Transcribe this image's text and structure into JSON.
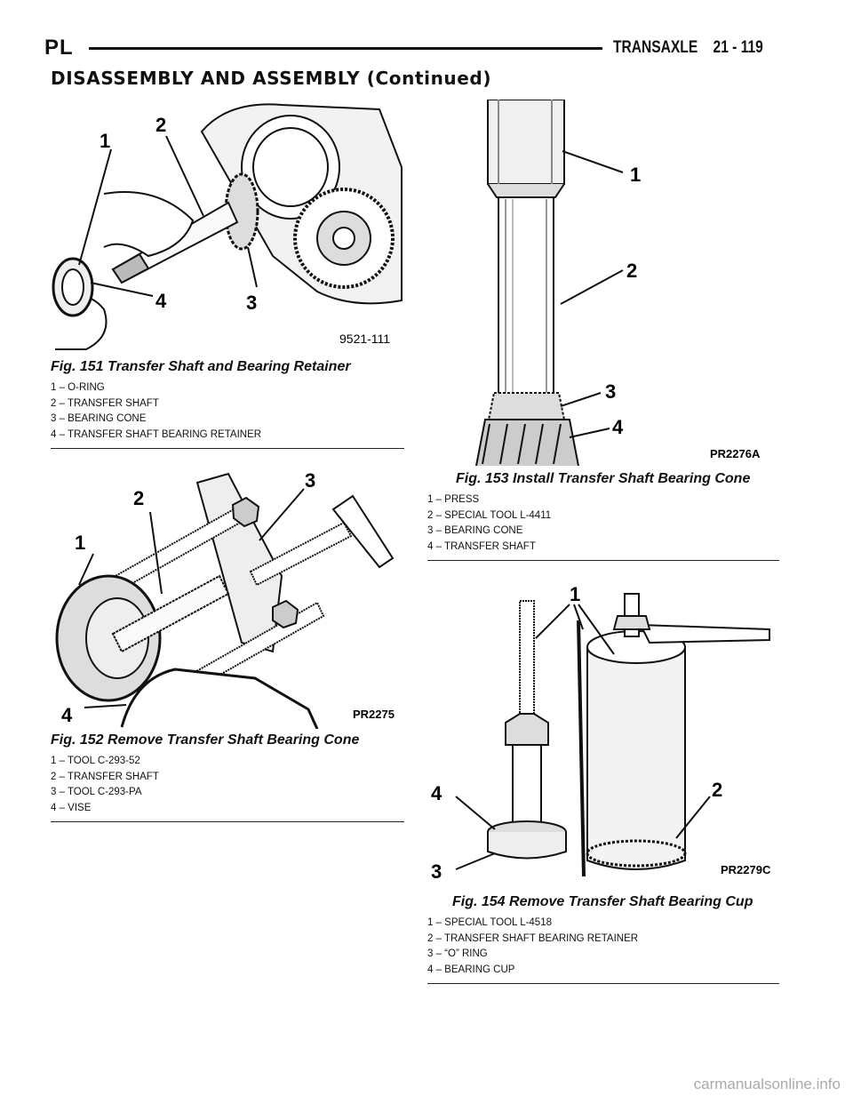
{
  "header": {
    "left": "PL",
    "right": "TRANSAXLE    21 - 119",
    "section_title": "DISASSEMBLY AND ASSEMBLY (Continued)"
  },
  "figures": [
    {
      "caption": "Fig. 151 Transfer Shaft and Bearing Retainer",
      "code": "9521-111",
      "callouts": [
        "1",
        "2",
        "3",
        "4"
      ],
      "legend": [
        "1 – O-RING",
        "2 – TRANSFER SHAFT",
        "3 – BEARING CONE",
        "4 – TRANSFER SHAFT BEARING RETAINER"
      ]
    },
    {
      "caption": "Fig. 152 Remove Transfer Shaft Bearing Cone",
      "code": "PR2275",
      "callouts": [
        "1",
        "2",
        "3",
        "4"
      ],
      "legend": [
        "1 – TOOL C-293-52",
        "2 – TRANSFER SHAFT",
        "3 – TOOL C-293-PA",
        "4 – VISE"
      ]
    },
    {
      "caption": "Fig. 153 Install Transfer Shaft Bearing Cone",
      "code": "PR2276A",
      "callouts": [
        "1",
        "2",
        "3",
        "4"
      ],
      "legend": [
        "1 – PRESS",
        "2 – SPECIAL TOOL L-4411",
        "3 – BEARING CONE",
        "4 – TRANSFER SHAFT"
      ]
    },
    {
      "caption": "Fig. 154 Remove Transfer Shaft Bearing Cup",
      "code": "PR2279C",
      "callouts": [
        "1",
        "2",
        "3",
        "4"
      ],
      "legend": [
        "1 – SPECIAL TOOL L-4518",
        "2 – TRANSFER SHAFT BEARING RETAINER",
        "3 – “O” RING",
        "4 – BEARING CUP"
      ]
    }
  ],
  "watermark": "carmanualsonline.info"
}
